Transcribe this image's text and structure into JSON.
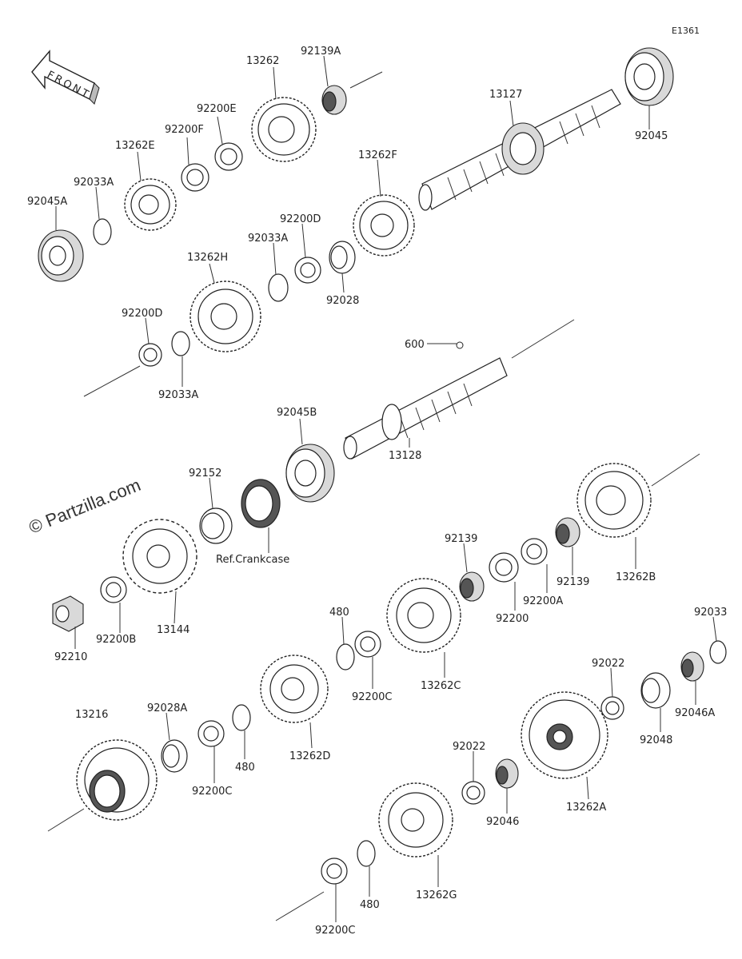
{
  "diagram_code": "E1361",
  "front_arrow_label": "FRONT",
  "watermark": "© Partzilla.com",
  "reference_note": "Ref.Crankcase",
  "labels": [
    "13262",
    "92139A",
    "92200E",
    "92200F",
    "13262E",
    "92033A",
    "92045A",
    "13127",
    "92045",
    "13262F",
    "92200D",
    "92033A",
    "13262H",
    "92028",
    "92200D",
    "92033A",
    "600",
    "13128",
    "92045B",
    "92152",
    "92139",
    "92200A",
    "92139",
    "13262B",
    "92210",
    "92200B",
    "13144",
    "480",
    "92200C",
    "13262C",
    "92200",
    "92033",
    "92022",
    "92046A",
    "92048",
    "13216",
    "92028A",
    "92200C",
    "480",
    "13262D",
    "92022",
    "92046",
    "13262A",
    "13262G",
    "480",
    "92200C"
  ]
}
